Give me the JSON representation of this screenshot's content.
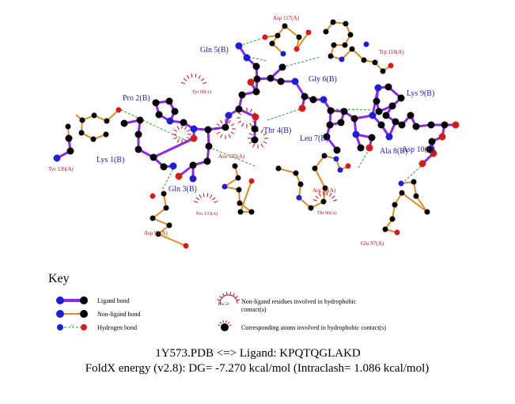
{
  "colors": {
    "ligand_bond": "#8a2be2",
    "nonligand_bond": "#d98e2a",
    "hbond": "#2e9e2e",
    "carbon": "#000000",
    "nitrogen": "#1f1fcf",
    "oxygen": "#d11d1d",
    "ligand_label": "#1f1fa6",
    "residue_label": "#b0101b",
    "hydrophobic": "#b0101b"
  },
  "labels": {
    "ligand": [
      {
        "id": "lys1",
        "text": "Lys 1(B)"
      },
      {
        "id": "pro2",
        "text": "Pro 2(B)"
      },
      {
        "id": "gln3",
        "text": "Gln 3(B)"
      },
      {
        "id": "thr4",
        "text": "Thr 4(B)"
      },
      {
        "id": "gln5",
        "text": "Gln 5(B)"
      },
      {
        "id": "gly6",
        "text": "Gly 6(B)"
      },
      {
        "id": "leu7",
        "text": "Leu 7(B)"
      },
      {
        "id": "ala8",
        "text": "Ala 8(B)"
      },
      {
        "id": "lys9",
        "text": "Lys 9(B)"
      },
      {
        "id": "asp10",
        "text": "Asp 10(B)"
      }
    ],
    "residues": [
      {
        "id": "asp117",
        "text": "Asp 117(A)"
      },
      {
        "id": "trp118",
        "text": "Trp 118(A)"
      },
      {
        "id": "tyr90",
        "text": "Tyr 90(A)"
      },
      {
        "id": "tyr136",
        "text": "Tyr 136(A)"
      },
      {
        "id": "asn135",
        "text": "Asn 135(A)"
      },
      {
        "id": "pro133",
        "text": "Pro 133(A)"
      },
      {
        "id": "asp91",
        "text": "Asp 91(A)"
      },
      {
        "id": "arg95",
        "text": "Arg 95(A)"
      },
      {
        "id": "thr96",
        "text": "Thr 96(A)"
      },
      {
        "id": "glu97",
        "text": "Glu 97(A)"
      }
    ]
  },
  "key": {
    "title": "Key",
    "ligand_bond": "Ligand bond",
    "nonligand_bond": "Non-ligand bond",
    "hydrogen_bond": "Hydrogen bond",
    "hbond_distance": "3.0",
    "hydrophobic_example": "His 53",
    "hydrophobic_residues_line1": "Non-ligand residues involved in hydrophobic",
    "hydrophobic_residues_line2": "contact(s)",
    "hydrophobic_atoms": "Corresponding atoms involved in hydrophobic contact(s)"
  },
  "footer": {
    "line1": "1Y573.PDB <=> Ligand: KPQTQGLAKD",
    "line2": "FoldX energy (v2.8): DG= -7.270 kcal/mol (Intraclash= 1.086 kcal/mol)"
  }
}
